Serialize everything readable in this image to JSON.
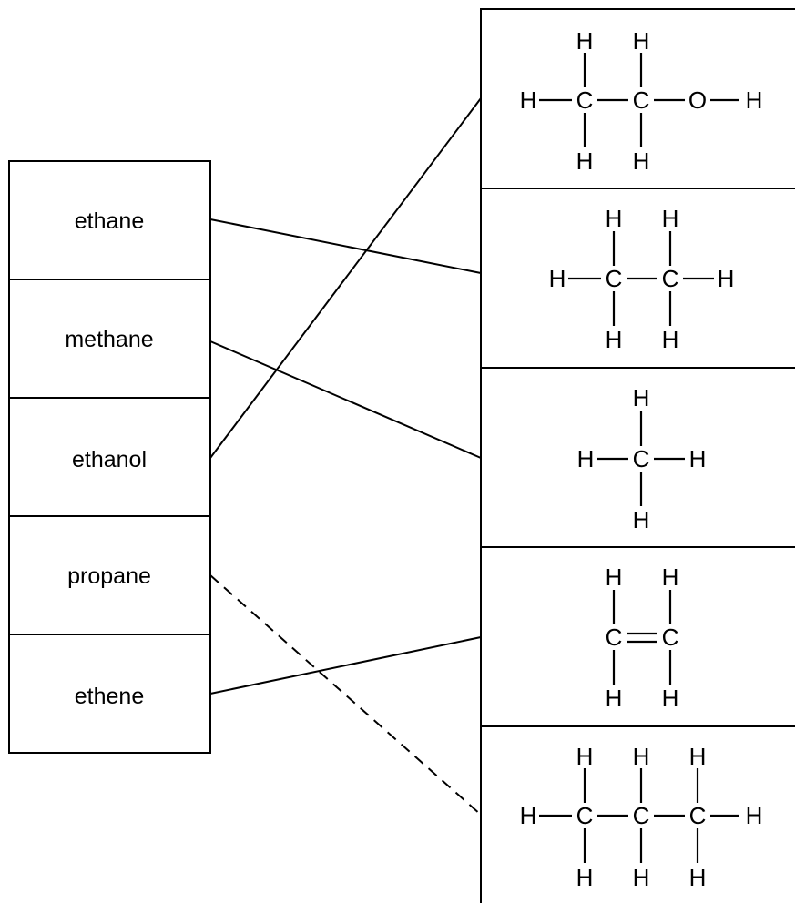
{
  "names": [
    "ethane",
    "methane",
    "ethanol",
    "propane",
    "ethene"
  ],
  "atoms": {
    "hydrogen": "H",
    "carbon": "C",
    "oxygen": "O"
  },
  "connections": [
    {
      "from": "ethane",
      "to_structure": 2,
      "style": "solid"
    },
    {
      "from": "methane",
      "to_structure": 3,
      "style": "solid"
    },
    {
      "from": "ethanol",
      "to_structure": 1,
      "style": "solid"
    },
    {
      "from": "propane",
      "to_structure": 5,
      "style": "dashed"
    },
    {
      "from": "ethene",
      "to_structure": 4,
      "style": "solid"
    }
  ]
}
